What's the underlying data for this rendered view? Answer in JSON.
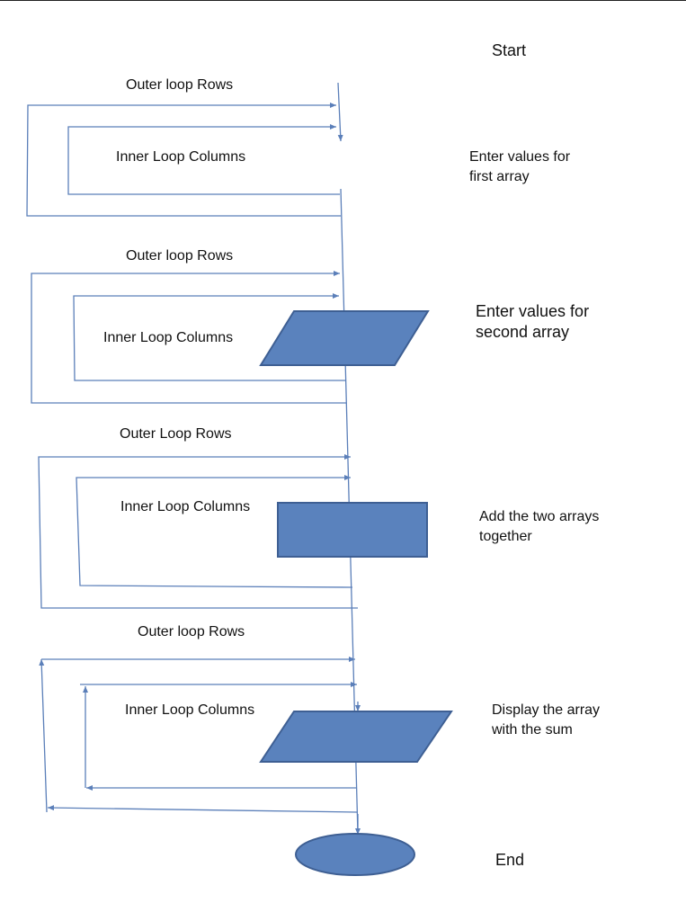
{
  "colors": {
    "line": "#5b7fb9",
    "fill": "#5a82bd",
    "shape_stroke": "#3e5f93",
    "text": "#111111"
  },
  "labels": {
    "start": "Start",
    "end": "End",
    "outer_1": "Outer loop Rows",
    "inner_1": "Inner Loop Columns",
    "outer_2": "Outer loop Rows",
    "inner_2": "Inner Loop Columns",
    "outer_3": "Outer Loop Rows",
    "inner_3": "Inner Loop Columns",
    "outer_4": "Outer loop Rows",
    "inner_4": "Inner Loop Columns",
    "step_1": "Enter values for\nfirst array",
    "step_2": "Enter values for\nsecond array",
    "step_3": "Add the two arrays\ntogether",
    "step_4": "Display the array\nwith the sum"
  },
  "nodes": [
    {
      "id": "enter-second-array",
      "shape": "parallelogram"
    },
    {
      "id": "add-arrays",
      "shape": "rectangle"
    },
    {
      "id": "display-sum",
      "shape": "parallelogram"
    },
    {
      "id": "end",
      "shape": "ellipse"
    }
  ]
}
